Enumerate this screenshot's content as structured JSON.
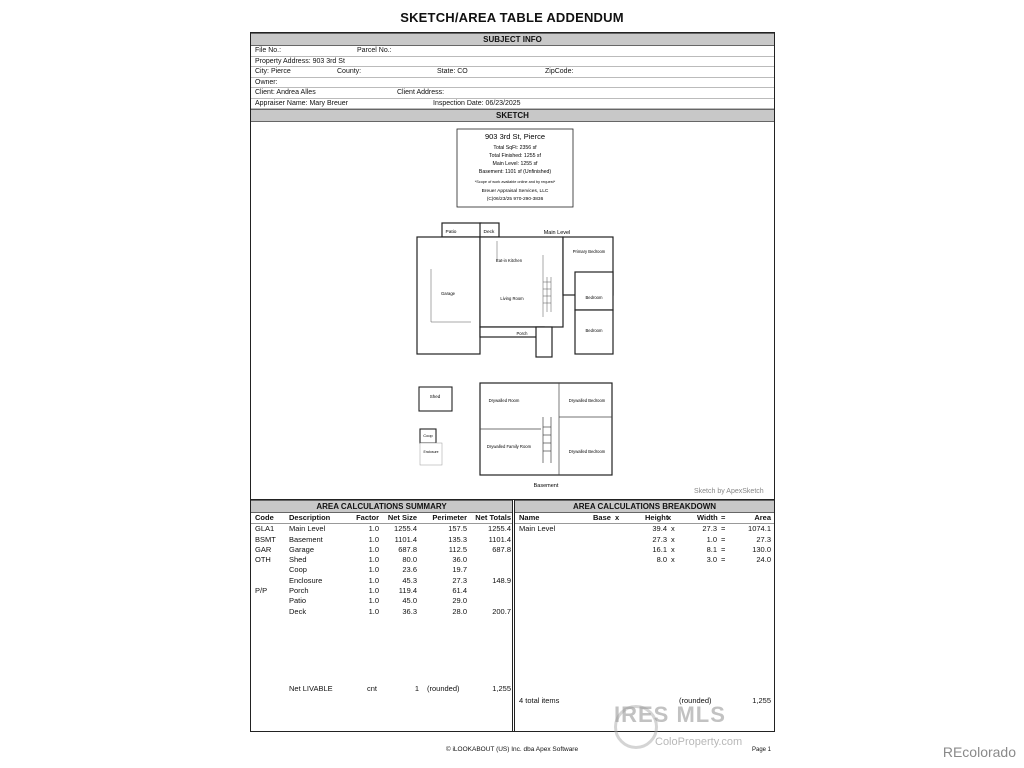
{
  "title": "SKETCH/AREA TABLE ADDENDUM",
  "subject": {
    "header": "SUBJECT INFO",
    "file_no": "File No.:",
    "parcel_no": "Parcel No.:",
    "property_address": "Property Address: 903 3rd St",
    "city": "City: Pierce",
    "county": "County:",
    "state": "State: CO",
    "zip": "ZipCode:",
    "owner": "Owner:",
    "client": "Client: Andrea Alles",
    "client_address": "Client Address:",
    "appraiser": "Appraiser Name: Mary Breuer",
    "inspection": "Inspection Date: 06/23/2025"
  },
  "sketch": {
    "header": "SKETCH",
    "box": {
      "line1": "903 3rd St, Pierce",
      "line2": "Total SqFt: 2356 sf",
      "line3": "Total Finished: 1255 sf",
      "line4": "Main Level: 1255 sf",
      "line5": "Basement: 1101 sf (Unfinished)",
      "line6": "*Scope of work available online and by request*",
      "line7": "Breuer Appraisal Services, LLC",
      "line8": "(C)06/23/25   970-290-3836"
    },
    "labels": {
      "patio": "Patio",
      "deck": "Deck",
      "main_level": "Main Level",
      "primary_bedroom": "Primary Bedroom",
      "eat_in_kitchen": "Eat-in Kitchen",
      "garage": "Garage",
      "living_room": "Living Room",
      "bedroom1": "Bedroom",
      "bedroom2": "Bedroom",
      "porch": "Porch",
      "shed": "Shed",
      "coop": "Coop",
      "enclosure": "Enclosure",
      "drywalled_room": "Drywalled Room",
      "drywalled_bedroom1": "Drywalled Bedroom",
      "drywalled_family_room": "Drywalled Family Room",
      "drywalled_bedroom2": "Drywalled Bedroom",
      "basement": "Basement"
    },
    "credit": "Sketch by ApexSketch"
  },
  "summary": {
    "header": "AREA CALCULATIONS SUMMARY",
    "columns": [
      "Code",
      "Description",
      "Factor",
      "Net Size",
      "Perimeter",
      "Net Totals"
    ],
    "rows": [
      [
        "GLA1",
        "Main Level",
        "1.0",
        "1255.4",
        "157.5",
        "1255.4"
      ],
      [
        "BSMT",
        "Basement",
        "1.0",
        "1101.4",
        "135.3",
        "1101.4"
      ],
      [
        "GAR",
        "Garage",
        "1.0",
        "687.8",
        "112.5",
        "687.8"
      ],
      [
        "OTH",
        "Shed",
        "1.0",
        "80.0",
        "36.0",
        ""
      ],
      [
        "",
        "Coop",
        "1.0",
        "23.6",
        "19.7",
        ""
      ],
      [
        "",
        "Enclosure",
        "1.0",
        "45.3",
        "27.3",
        "148.9"
      ],
      [
        "P/P",
        "Porch",
        "1.0",
        "119.4",
        "61.4",
        ""
      ],
      [
        "",
        "Patio",
        "1.0",
        "45.0",
        "29.0",
        ""
      ],
      [
        "",
        "Deck",
        "1.0",
        "36.3",
        "28.0",
        "200.7"
      ]
    ],
    "net_livable": [
      "Net LIVABLE",
      "cnt",
      "1",
      "(rounded)",
      "1,255"
    ]
  },
  "breakdown": {
    "header": "AREA CALCULATIONS BREAKDOWN",
    "columns": [
      "Name",
      "Base",
      "x",
      "Height",
      "x",
      "Width",
      "=",
      "Area"
    ],
    "rows": [
      [
        "Main Level",
        "39.4",
        "27.3",
        "1074.1"
      ],
      [
        "",
        "27.3",
        "1.0",
        "27.3"
      ],
      [
        "",
        "16.1",
        "8.1",
        "130.0"
      ],
      [
        "",
        "8.0",
        "3.0",
        "24.0"
      ]
    ],
    "row_ops": [
      "x",
      "="
    ],
    "total_items": "4 total items",
    "total_rounded": "(rounded)",
    "total_value": "1,255"
  },
  "footer": {
    "copyright": "© iLOOKABOUT (US) Inc. dba Apex Software",
    "page": "Page 1"
  },
  "watermarks": {
    "ires": "IRES MLS",
    "coloproperty": "ColoProperty.com",
    "recolorado": "REcolorado"
  }
}
